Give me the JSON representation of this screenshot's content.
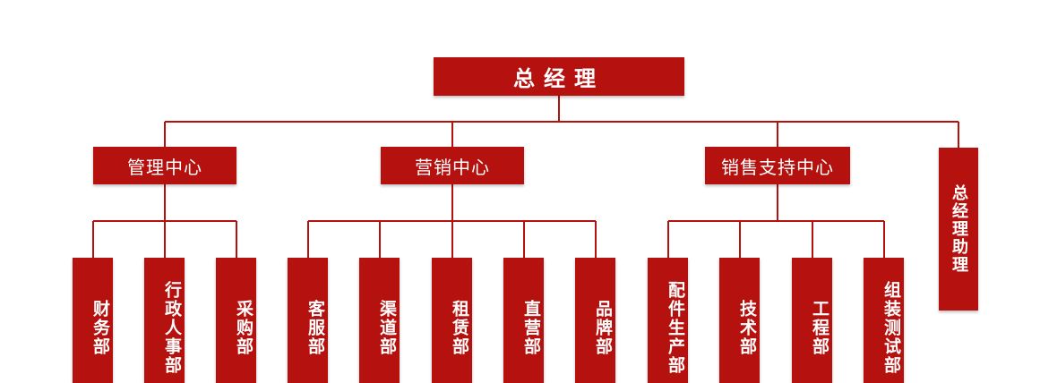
{
  "org": {
    "root": {
      "label": "总经理"
    },
    "centers": [
      {
        "label": "管理中心",
        "departments": [
          "财务部",
          "行政人事部",
          "采购部"
        ]
      },
      {
        "label": "营销中心",
        "departments": [
          "客服部",
          "渠道部",
          "租赁部",
          "直营部",
          "品牌部"
        ]
      },
      {
        "label": "销售支持中心",
        "departments": [
          "配件生产部",
          "技术部",
          "工程部",
          "组装测试部"
        ]
      }
    ],
    "assistant": {
      "label": "总经理助理"
    },
    "colors": {
      "box": "#b5110f",
      "line": "#b5110f",
      "text": "#ffffff"
    }
  }
}
